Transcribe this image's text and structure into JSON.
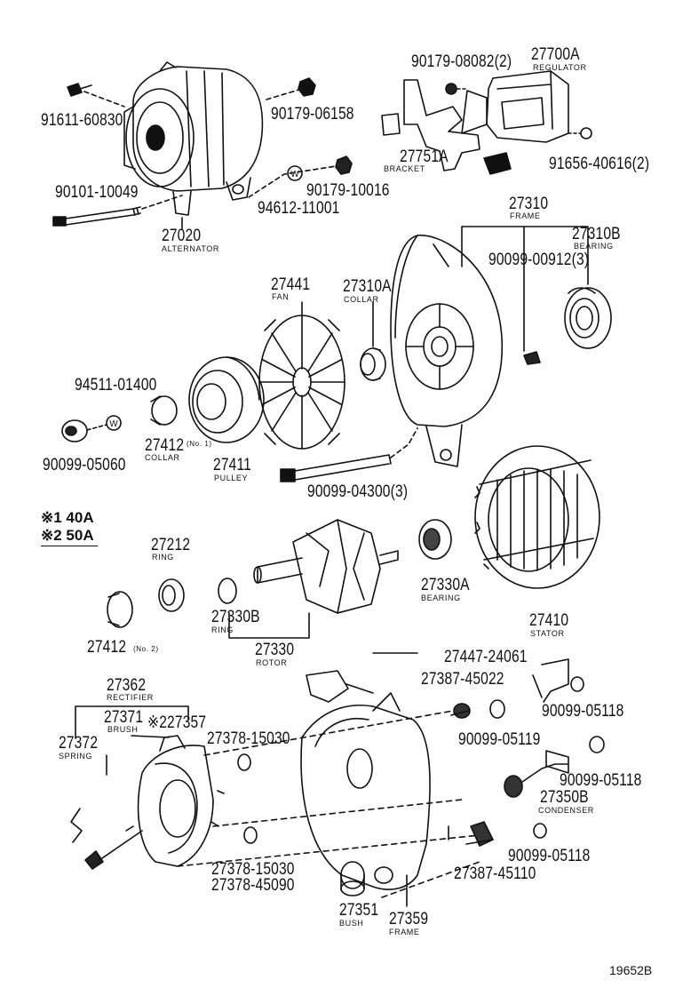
{
  "diagram": {
    "figure_id": "19652B",
    "notes": [
      "※1 40A",
      "※2 50A"
    ],
    "parts": {
      "p91611": {
        "num": "91611-60830"
      },
      "p90101": {
        "num": "90101-10049"
      },
      "p27020": {
        "num": "27020",
        "name": "ALTERNATOR"
      },
      "p90179a": {
        "num": "90179-06158"
      },
      "p90179b": {
        "num": "90179-10016"
      },
      "p94612": {
        "num": "94612-11001"
      },
      "p90179c": {
        "num": "90179-08082(2)"
      },
      "p27700A": {
        "num": "27700A",
        "name": "REGULATOR"
      },
      "p27751A": {
        "num": "27751A",
        "name": "BRACKET"
      },
      "p91656": {
        "num": "91656-40616(2)"
      },
      "p27310": {
        "num": "27310",
        "name": "FRAME"
      },
      "p27310B": {
        "num": "27310B",
        "name": "BEARING"
      },
      "p90099_00912": {
        "num": "90099-00912(3)"
      },
      "p27441": {
        "num": "27441",
        "name": "FAN"
      },
      "p27310A": {
        "num": "27310A",
        "name": "COLLAR"
      },
      "p94511": {
        "num": "94511-01400"
      },
      "p27412a": {
        "num": "27412",
        "name": "COLLAR",
        "sub": "(No. 1)"
      },
      "p90099_05060": {
        "num": "90099-05060"
      },
      "p27411": {
        "num": "27411",
        "name": "PULLEY"
      },
      "p90099_04300": {
        "num": "90099-04300(3)"
      },
      "p27212": {
        "num": "27212",
        "name": "RING"
      },
      "p27412b": {
        "num": "27412",
        "sub": "(No. 2)"
      },
      "p27330B": {
        "num": "27330B",
        "name": "RING"
      },
      "p27330": {
        "num": "27330",
        "name": "ROTOR"
      },
      "p27330A": {
        "num": "27330A",
        "name": "BEARING"
      },
      "p27410": {
        "num": "27410",
        "name": "STATOR"
      },
      "p27362": {
        "num": "27362",
        "name": "RECTIFIER"
      },
      "p27371": {
        "num": "27371",
        "name": "BRUSH"
      },
      "p27357": {
        "num": "※227357"
      },
      "p27372": {
        "num": "27372",
        "name": "SPRING"
      },
      "p27378a": {
        "num": "27378-15030"
      },
      "p27378b": {
        "num": "27378-15030"
      },
      "p27378c": {
        "num": "27378-45090"
      },
      "p27351": {
        "num": "27351",
        "name": "BUSH"
      },
      "p27359": {
        "num": "27359",
        "name": "FRAME"
      },
      "p27447": {
        "num": "27447-24061"
      },
      "p27387a": {
        "num": "27387-45022"
      },
      "p90099_05118a": {
        "num": "90099-05118"
      },
      "p90099_05119": {
        "num": "90099-05119"
      },
      "p90099_05118b": {
        "num": "90099-05118"
      },
      "p27350B": {
        "num": "27350B",
        "name": "CONDENSER"
      },
      "p90099_05118c": {
        "num": "90099-05118"
      },
      "p27387b": {
        "num": "27387-45110"
      }
    }
  }
}
